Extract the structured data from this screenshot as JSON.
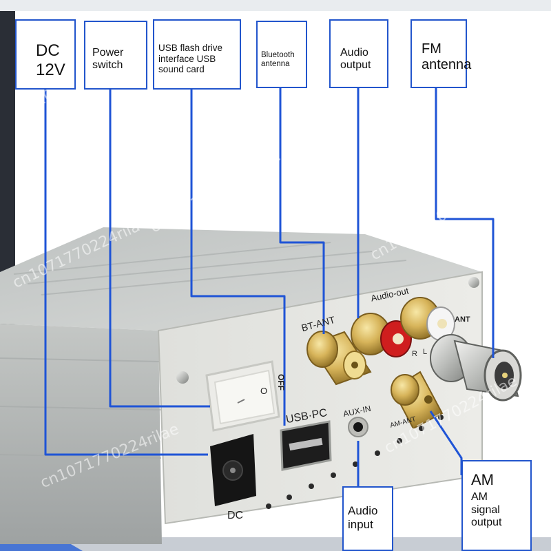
{
  "callouts": {
    "dc_12v": "DC\n12V",
    "power_switch": "Power\nswitch",
    "usb_flash": "USB flash drive\ninterface USB\nsound card",
    "bluetooth_antenna": "Bluetooth\nantenna",
    "audio_output": "Audio\noutput",
    "fm_antenna": "FM\nantenna",
    "am_signal_output": "AM\nsignal\noutput",
    "am_heading": "AM",
    "audio_input": "Audio\ninput"
  },
  "panel_labels": {
    "bt_ant": "BT-ANT",
    "audio_out": "Audio-out",
    "usb_pc": "USB·PC",
    "aux_in": "AUX-IN",
    "am_ant": "AM-ANT",
    "dc": "DC",
    "off": "OFF",
    "on": "O",
    "r": "R",
    "l": "L",
    "ant": "ANT"
  },
  "watermark": "cn1071770224rilae",
  "colors": {
    "annotation_blue": "#1f54d6",
    "box_border": "#2255cc",
    "housing": "#c9cccc",
    "panel": "#e3e4df"
  }
}
